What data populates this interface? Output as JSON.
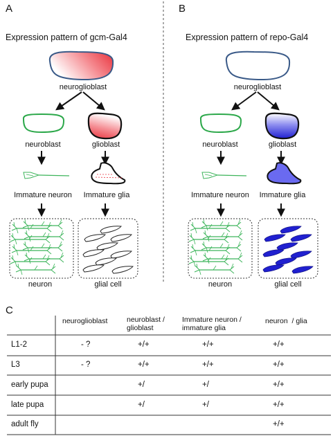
{
  "panel_a": {
    "letter": "A",
    "title": "Expression pattern of gcm-Gal4",
    "labels": {
      "neuroglioblast": "neuroglioblast",
      "neuroblast": "neuroblast",
      "glioblast": "glioblast",
      "immature_neuron": "Immature neuron",
      "immature_glia": "Immature glia",
      "neuron": "neuron",
      "glial_cell": "glial cell"
    }
  },
  "panel_b": {
    "letter": "B",
    "title": "Expression pattern of repo-Gal4",
    "labels": {
      "neuroglioblast": "neuroglioblast",
      "neuroblast": "neuroblast",
      "glioblast": "glioblast",
      "immature_neuron": "Immature neuron",
      "immature_glia": "Immature glia",
      "neuron": "neuron",
      "glial_cell": "glial cell"
    }
  },
  "panel_c": {
    "letter": "C",
    "columns": [
      "",
      "neuroglioblast",
      "neuroblast /\nglioblast",
      "Immature neuron /\nimmature glia",
      "neuron  / glia"
    ],
    "rows": [
      {
        "stage": "L1-2",
        "cells": [
          "- ?",
          "+/+",
          "+/+",
          "+/+"
        ]
      },
      {
        "stage": "L3",
        "cells": [
          "- ?",
          "+/+",
          "+/+",
          "+/+"
        ]
      },
      {
        "stage": "early pupa",
        "cells": [
          "",
          "+/",
          "+/",
          "+/+"
        ]
      },
      {
        "stage": "late pupa",
        "cells": [
          "",
          "+/",
          "+/",
          "+/+"
        ]
      },
      {
        "stage": "adult fly",
        "cells": [
          "",
          "",
          "",
          "+/+"
        ]
      }
    ]
  },
  "colors": {
    "neuroglioblast_outline": "#3a5a88",
    "neuroblast_outline": "#2ca84a",
    "gcm_red": "#e8323c",
    "repo_blue": "#2020d0",
    "immature_glia_blue": "#6a6af0",
    "neuron_green": "#3cb45a"
  }
}
